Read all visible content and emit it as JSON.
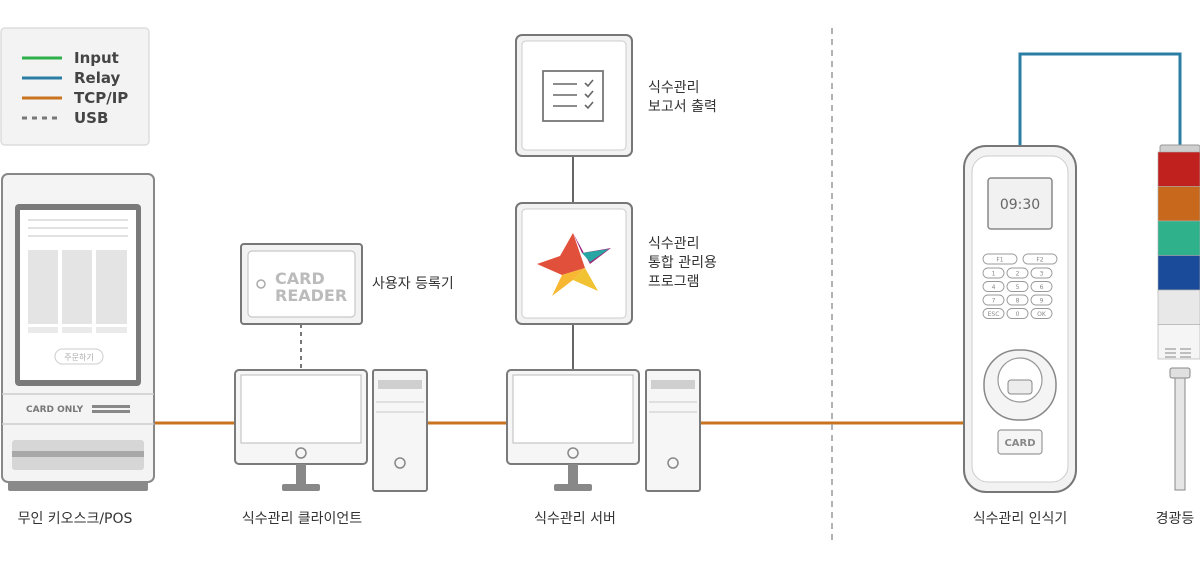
{
  "legend": {
    "items": [
      {
        "label": "Input",
        "color": "#2db04a",
        "style": "solid"
      },
      {
        "label": "Relay",
        "color": "#2a7ea3",
        "style": "solid"
      },
      {
        "label": "TCP/IP",
        "color": "#c9731f",
        "style": "solid"
      },
      {
        "label": "USB",
        "color": "#777777",
        "style": "dashed"
      }
    ]
  },
  "kiosk": {
    "label": "무인 키오스크/POS",
    "order_button": "주문하기",
    "card_only": "CARD ONLY"
  },
  "card_reader": {
    "line1": "CARD",
    "line2": "READER",
    "label": "사용자 등록기"
  },
  "client": {
    "label": "식수관리 클라이언트"
  },
  "report": {
    "label_line1": "식수관리",
    "label_line2": "보고서 출력"
  },
  "program": {
    "label_line1": "식수관리",
    "label_line2": "통합 관리용",
    "label_line3": "프로그램"
  },
  "server": {
    "label": "식수관리 서버"
  },
  "terminal": {
    "label": "식수관리 인식기",
    "time": "09:30",
    "keys": [
      "F1",
      "F2",
      "1",
      "2",
      "3",
      "4",
      "5",
      "6",
      "7",
      "8",
      "9",
      "ESC",
      "0",
      "OK"
    ],
    "card_text": "CARD"
  },
  "tower_light": {
    "label": "경광등",
    "colors": [
      "#c0201e",
      "#c8681c",
      "#2fb28c",
      "#1a4a9a",
      "#e8e8e8",
      "#f5f5f5"
    ]
  }
}
